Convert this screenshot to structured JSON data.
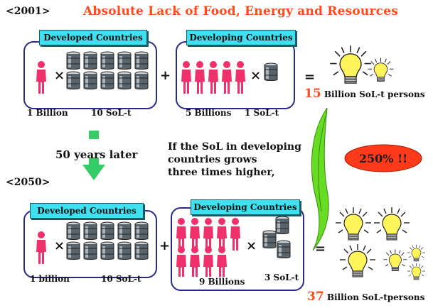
{
  "header": {
    "year_2001": "<2001>",
    "title": "Absolute Lack of Food, Energy and Resources",
    "year_2050": "<2050>"
  },
  "scenario_2001": {
    "developed": {
      "tag": "Developed Countries",
      "population": "1 Billion",
      "sol": "10 SoL-t"
    },
    "developing": {
      "tag": "Developing Countries",
      "population": "5 Billions",
      "sol": "1 SoL-t"
    },
    "result_number": "15",
    "result_label": "Billion SoL-t persons"
  },
  "transition": {
    "years_later": "50 years later",
    "condition_lines": [
      "If the SoL in developing",
      "countries grows",
      "three times higher,"
    ],
    "increase_badge": "250% !!"
  },
  "scenario_2050": {
    "developed": {
      "tag": "Developed Countries",
      "population": "1 billion",
      "sol": "10 SoL-t"
    },
    "developing": {
      "tag": "Developing Countries",
      "population": "9 Billions",
      "sol": "3 SoL-t"
    },
    "result_number": "37",
    "result_label": "Billion SoL-tpersons"
  },
  "operators": {
    "times": "×",
    "plus": "+",
    "equals": "="
  },
  "colors": {
    "title": "#ff4a1c",
    "person": "#f0306a",
    "tag": "#3fe0f0",
    "box_border": "#2a2a8a",
    "badge": "#ff3a1a",
    "arrow": "#33cc66",
    "leaf": "#66dd22"
  },
  "icons": [
    "person-icon",
    "barrel-icon",
    "lightbulb-icon",
    "down-arrow-icon",
    "leaf-arrow-icon"
  ]
}
